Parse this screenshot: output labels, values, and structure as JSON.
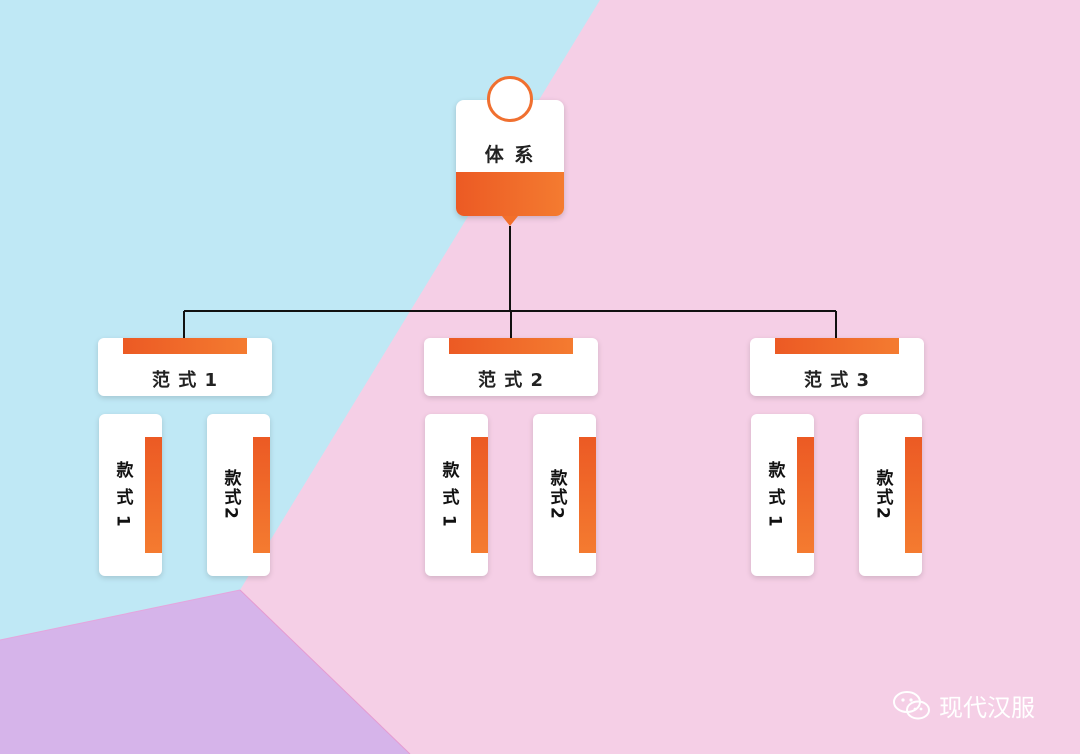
{
  "root": {
    "label": "体 系"
  },
  "branches": [
    {
      "label": "范 式 1",
      "leaves": [
        {
          "label": "款 式 1"
        },
        {
          "label": "款式2"
        }
      ]
    },
    {
      "label": "范 式 2",
      "leaves": [
        {
          "label": "款 式 1"
        },
        {
          "label": "款式2"
        }
      ]
    },
    {
      "label": "范 式 3",
      "leaves": [
        {
          "label": "款 式 1"
        },
        {
          "label": "款式2"
        }
      ]
    }
  ],
  "watermark": {
    "text": "现代汉服",
    "icon": "wechat-icon"
  },
  "colors": {
    "accent": "#f26f2b",
    "background_blue": "#bfe8f5",
    "background_pink": "#f5cfe6",
    "background_purple": "#d6b4ea"
  }
}
